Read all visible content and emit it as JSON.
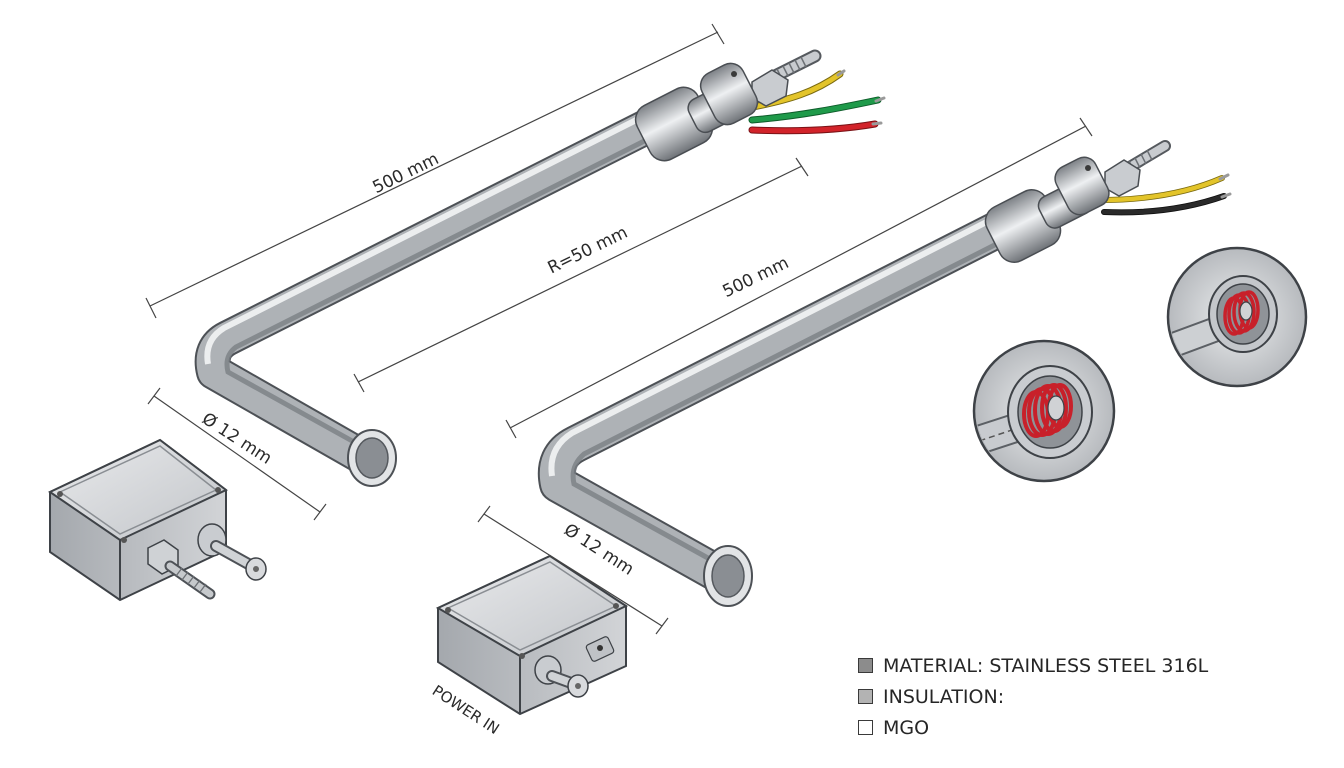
{
  "dimensions": {
    "heater1_length": "500 mm",
    "bend_radius": "R=50 mm",
    "heater1_diameter": "Ø 12 mm",
    "heater2_length": "500 mm",
    "heater2_diameter": "Ø 12 mm"
  },
  "labels": {
    "power_in": "POWER IN"
  },
  "legend": {
    "items": [
      {
        "label": "MATERIAL: STAINLESS STEEL 316L",
        "color": "#8c8c8c"
      },
      {
        "label": "INSULATION:",
        "color": "#b3b3b3"
      },
      {
        "label": "MGO",
        "color": "#ffffff"
      }
    ]
  },
  "colors": {
    "steel": "#b9bcc0",
    "wire_yellow": "#e3c42a",
    "wire_green": "#1f9a4a",
    "wire_red": "#d2232a",
    "wire_black": "#1c1c1c",
    "coil_red": "#c8202a"
  }
}
